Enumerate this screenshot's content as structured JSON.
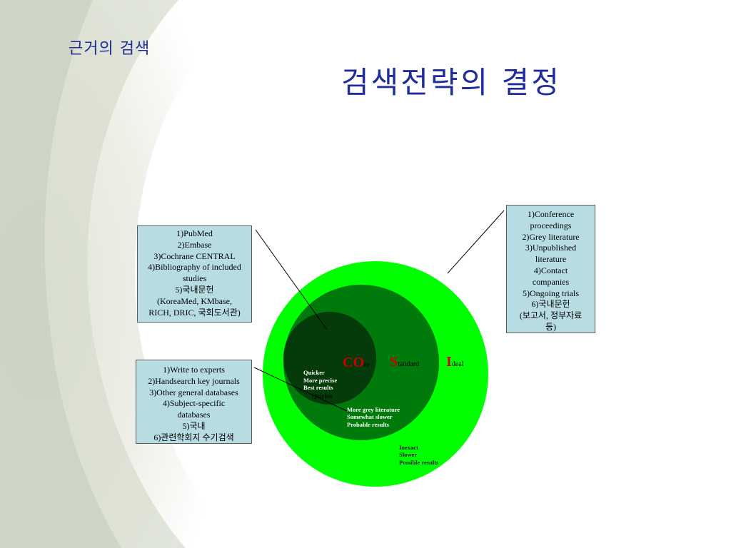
{
  "slide": {
    "subtitle": "근거의 검색",
    "title": "검색전략의 결정"
  },
  "boxes": {
    "left_top": [
      "1)PubMed",
      "2)Embase",
      "3)Cochrane CENTRAL",
      "4)Bibliography of included",
      "studies",
      "5)국내문헌",
      "(KoreaMed, KMbase,",
      "RICH, DRIC, 국회도서관)"
    ],
    "left_bottom": [
      "1)Write to experts",
      "2)Handsearch key journals",
      "3)Other general databases",
      "4)Subject-specific",
      "databases",
      "5)국내",
      "6)관련학회지 수기검색"
    ],
    "right": [
      "1)Conference",
      "proceedings",
      "2)Grey literature",
      "3)Unpublished",
      "literature",
      "4)Contact",
      "companies",
      "5)Ongoing trials",
      "6)국내문헌",
      "(보고서, 정부자료",
      "등)"
    ]
  },
  "circles": {
    "core": {
      "big": "CO",
      "rest": "re",
      "notes": [
        "Quicker",
        "More precise",
        "Best results"
      ],
      "overlap": "Quicker"
    },
    "standard": {
      "big": "S",
      "rest": "tandard",
      "notes": [
        "More grey literature",
        "Somewhat slower",
        "Probable results"
      ]
    },
    "ideal": {
      "big": "I",
      "rest": "deal",
      "notes": [
        "Inexact",
        "Slower",
        "Possible  results"
      ]
    }
  },
  "colors": {
    "title": "#1f2d9c",
    "outer_circle": "#00ff00",
    "middle_circle": "#007a0a",
    "inner_circle": "#053b0a",
    "box_fill": "#b7dde3",
    "label_red": "#cc0000"
  }
}
